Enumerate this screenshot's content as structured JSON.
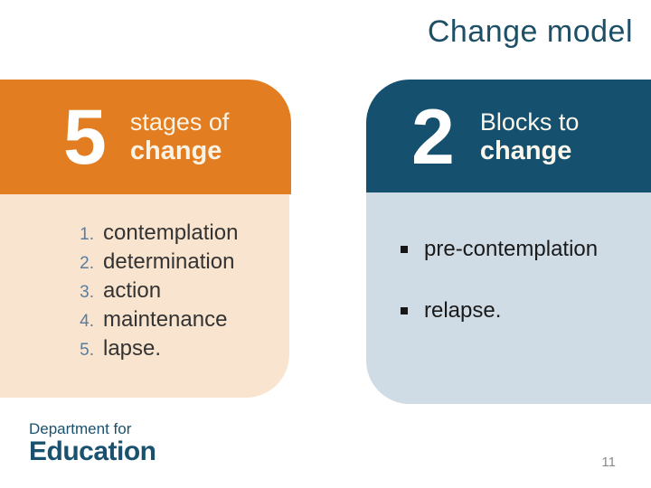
{
  "page": {
    "title": "Change model"
  },
  "left_card": {
    "number": "5",
    "label_line1": "stages of",
    "label_line2": "change",
    "items": [
      "contemplation",
      "determination",
      "action",
      "maintenance",
      "lapse."
    ]
  },
  "right_card": {
    "number": "2",
    "label_line1": "Blocks to",
    "label_line2": "change",
    "items": [
      "pre-contemplation",
      "relapse."
    ]
  },
  "footer": {
    "logo_line1": "Department for",
    "logo_line2": "Education",
    "page_number": "11"
  },
  "colors": {
    "orange_header": "#e27d22",
    "peach_body": "#f9e4cf",
    "blue_header": "#15516f",
    "light_blue_body": "#cfdce5",
    "title_text": "#1d4f66",
    "logo_text": "#1a516e",
    "list_number": "#5c7c9b",
    "cream_header_text": "#faf2e2"
  }
}
